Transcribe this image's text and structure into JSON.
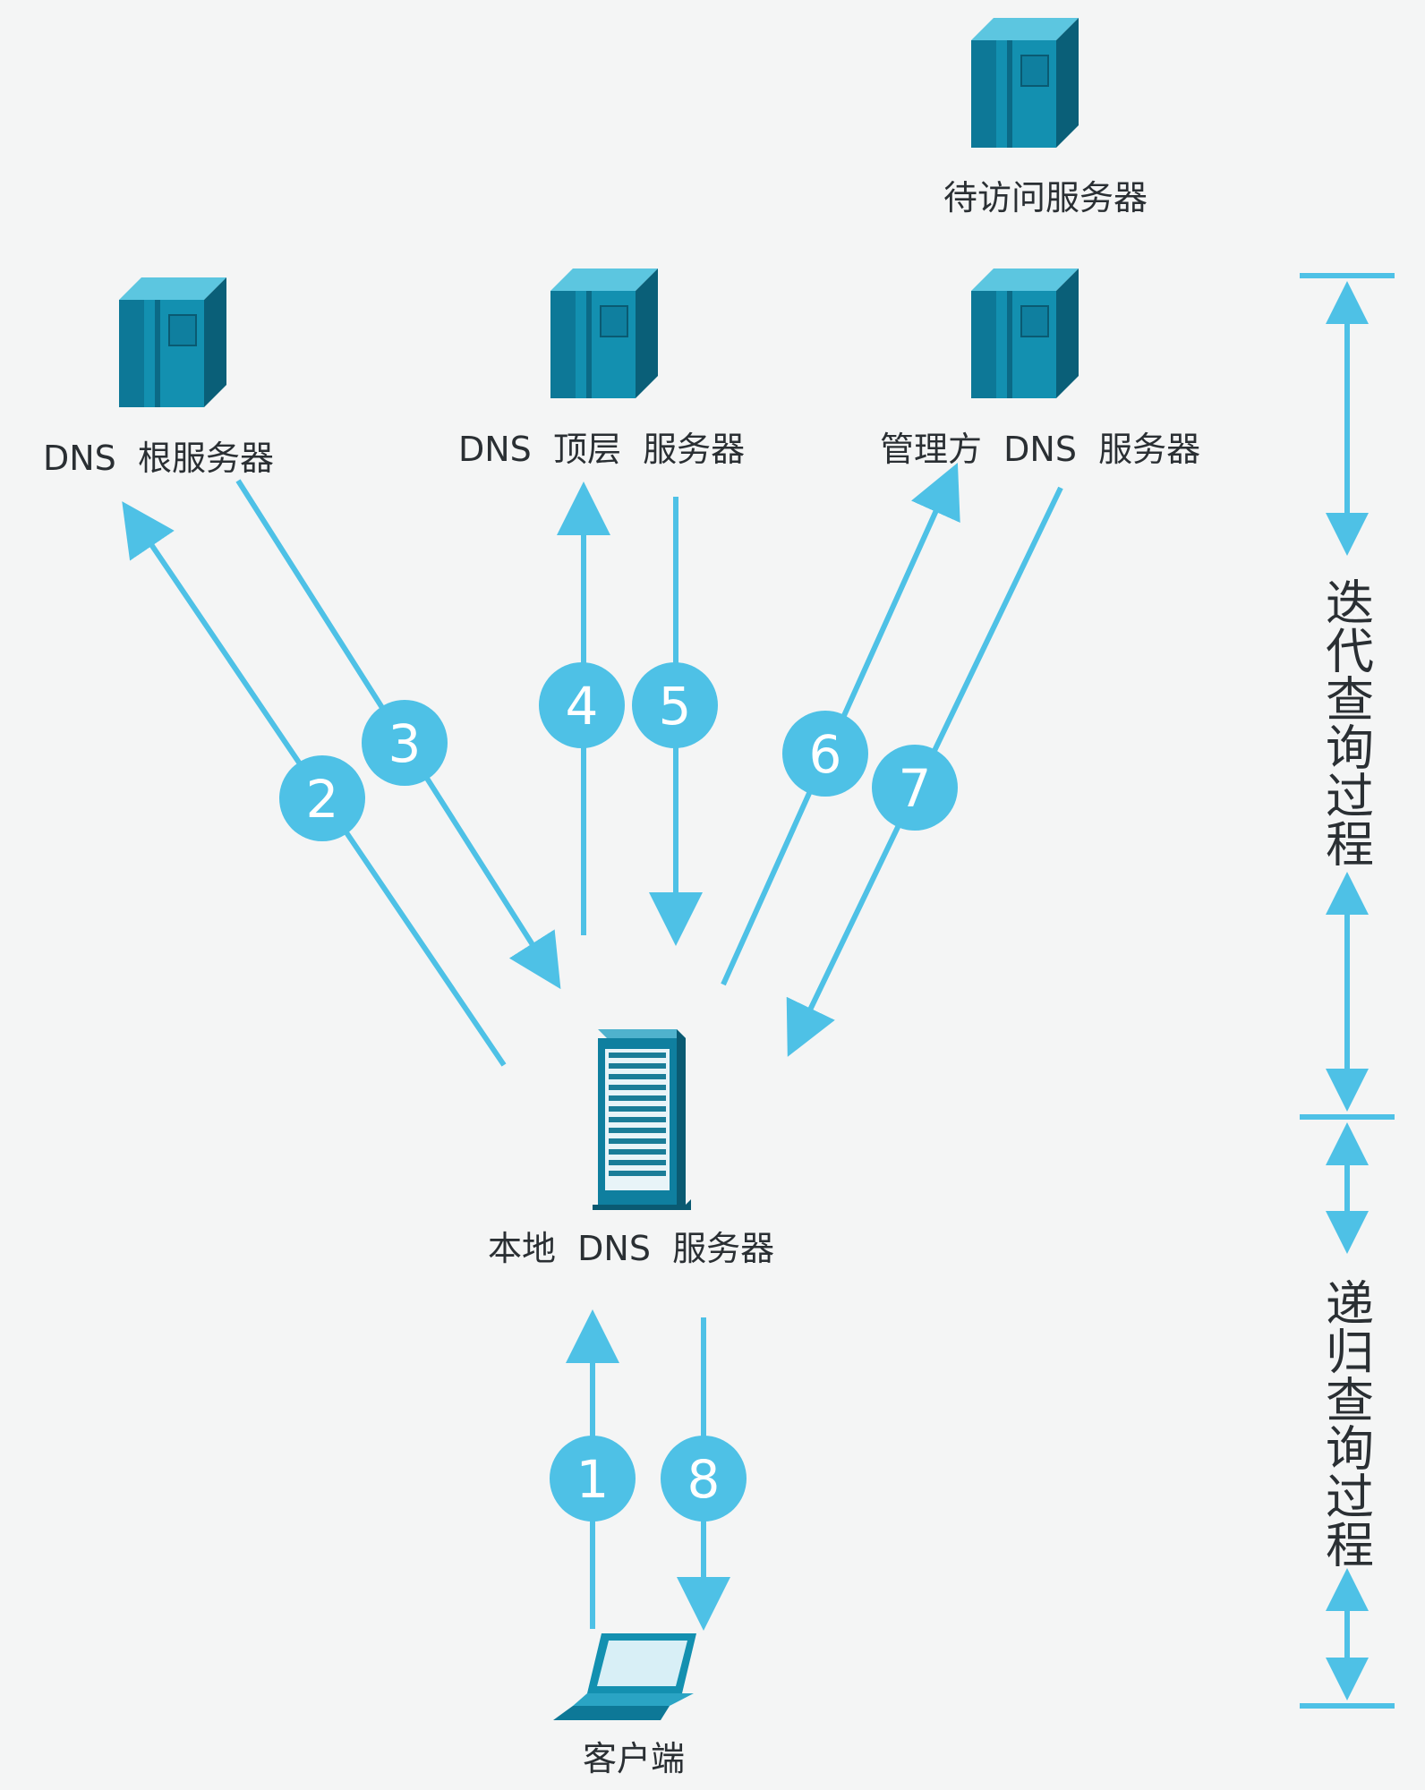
{
  "nodes": {
    "target_server": "待访问服务器",
    "root_server": "DNS  根服务器",
    "tld_server": "DNS  顶层  服务器",
    "authoritative_server": "管理方  DNS  服务器",
    "local_dns": "本地  DNS  服务器",
    "client": "客户端"
  },
  "steps": [
    "1",
    "2",
    "3",
    "4",
    "5",
    "6",
    "7",
    "8"
  ],
  "scale": {
    "iterative_label": "迭代查询过程",
    "recursive_label": "递归查询过程"
  },
  "colors": {
    "accent": "#4ec1e6",
    "server_dark": "#0d6f8a",
    "server_mid": "#1390b0",
    "server_light": "#5cc6e0",
    "background": "#f4f5f5"
  }
}
